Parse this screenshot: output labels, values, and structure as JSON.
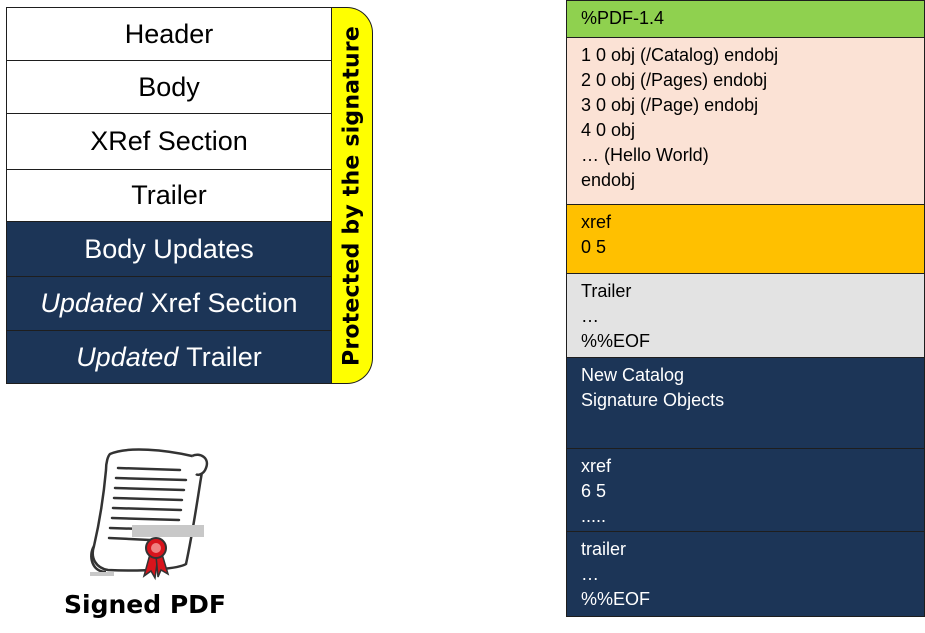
{
  "structure": {
    "blocks": [
      {
        "text": "Header"
      },
      {
        "text": "Body"
      },
      {
        "text": "XRef Section"
      },
      {
        "text": "Trailer"
      },
      {
        "text": "Body Updates"
      },
      {
        "italic": "Updated",
        "text": "Xref Section"
      },
      {
        "italic": "Updated",
        "text": "Trailer"
      }
    ],
    "bracket_label": "Protected by the signature"
  },
  "certificate": {
    "caption": "Signed PDF",
    "icon": "signed-certificate-icon"
  },
  "file": {
    "blocks": [
      {
        "lines": [
          "%PDF-1.4"
        ]
      },
      {
        "lines": [
          "1 0 obj (/Catalog) endobj",
          "2 0 obj (/Pages) endobj",
          "3 0 obj (/Page) endobj",
          "4 0 obj",
          "… (Hello World)",
          "endobj"
        ]
      },
      {
        "lines": [
          "xref",
          "0 5"
        ]
      },
      {
        "lines": [
          "Trailer",
          "…",
          "%%EOF"
        ]
      },
      {
        "lines": [
          "New Catalog",
          "Signature Objects"
        ]
      },
      {
        "lines": [
          "xref",
          "6 5",
          "....."
        ]
      },
      {
        "lines": [
          "trailer",
          "…",
          "%%EOF"
        ]
      }
    ]
  },
  "colors": {
    "navy": "#1c3557",
    "bracket_yellow": "#ffff00",
    "header_green": "#8fd14f",
    "body_peach": "#fbe2d5",
    "xref_orange": "#ffc000",
    "trailer_grey": "#e3e3e3"
  }
}
